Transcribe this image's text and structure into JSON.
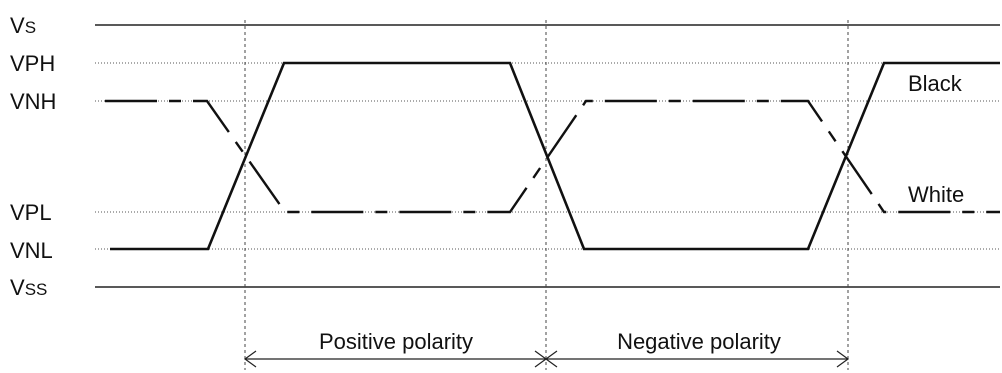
{
  "levels": {
    "vs": {
      "main": "V",
      "sub": "S"
    },
    "vph": "VPH",
    "vnh": "VNH",
    "vpl": "VPL",
    "vnl": "VNL",
    "vss": {
      "main": "V",
      "sub": "SS"
    }
  },
  "states": {
    "black": "Black",
    "white": "White"
  },
  "periods": {
    "positive": "Positive polarity",
    "negative": "Negative polarity"
  },
  "colors": {
    "line": "#111111",
    "background": "#ffffff"
  }
}
